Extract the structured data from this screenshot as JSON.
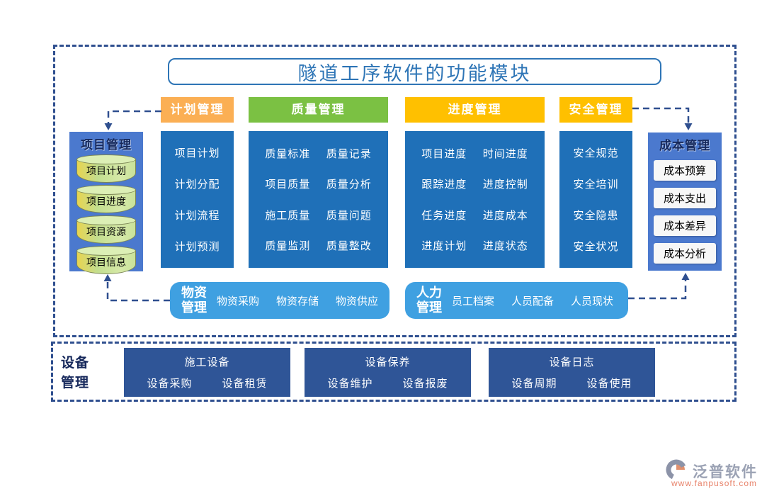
{
  "diagram": {
    "title": "隧道工序软件的功能模块"
  },
  "headers": {
    "plan": "计划管理",
    "quality": "质量管理",
    "progress": "进度管理",
    "safety": "安全管理"
  },
  "project_management": {
    "title": "项目管理",
    "items": [
      "项目计划",
      "项目进度",
      "项目资源",
      "项目信息"
    ]
  },
  "plan_items": [
    "项目计划",
    "计划分配",
    "计划流程",
    "计划预测"
  ],
  "quality_items": [
    [
      "质量标准",
      "质量记录"
    ],
    [
      "项目质量",
      "质量分析"
    ],
    [
      "施工质量",
      "质量问题"
    ],
    [
      "质量监测",
      "质量整改"
    ]
  ],
  "progress_items": [
    [
      "项目进度",
      "时间进度"
    ],
    [
      "跟踪进度",
      "进度控制"
    ],
    [
      "任务进度",
      "进度成本"
    ],
    [
      "进度计划",
      "进度状态"
    ]
  ],
  "safety_items": [
    "安全规范",
    "安全培训",
    "安全隐患",
    "安全状况"
  ],
  "cost_management": {
    "title": "成本管理",
    "items": [
      "成本预算",
      "成本支出",
      "成本差异",
      "成本分析"
    ]
  },
  "material_management": {
    "title": "物资管理",
    "items": [
      "物资采购",
      "物资存储",
      "物资供应"
    ]
  },
  "hr_management": {
    "title": "人力管理",
    "items": [
      "员工档案",
      "人员配备",
      "人员现状"
    ]
  },
  "equipment_section": {
    "label": "设备管理",
    "groups": [
      {
        "title": "施工设备",
        "items": [
          "设备采购",
          "设备租赁"
        ]
      },
      {
        "title": "设备保养",
        "items": [
          "设备维护",
          "设备报废"
        ]
      },
      {
        "title": "设备日志",
        "items": [
          "设备周期",
          "设备使用"
        ]
      }
    ]
  },
  "logo": {
    "name": "泛普软件",
    "url": "www.fanpusoft.com"
  },
  "colors": {
    "column_blue": "#1F70B8",
    "side_box_blue": "#4B79CE",
    "light_blue_bar": "#3FA0E1",
    "equipment_navy": "#2F5597",
    "plan_orange": "#FBAF54",
    "quality_green": "#7BC143",
    "progress_gold": "#FFC000",
    "dashed_frame_navy": "#2F4F8F",
    "title_blue": "#2E75B6",
    "cylinder_green": "#C3DE8F",
    "cylinder_yellow": "#E8D44F",
    "logo_gray": "#9BA2B4",
    "logo_orange": "#E8846C"
  }
}
